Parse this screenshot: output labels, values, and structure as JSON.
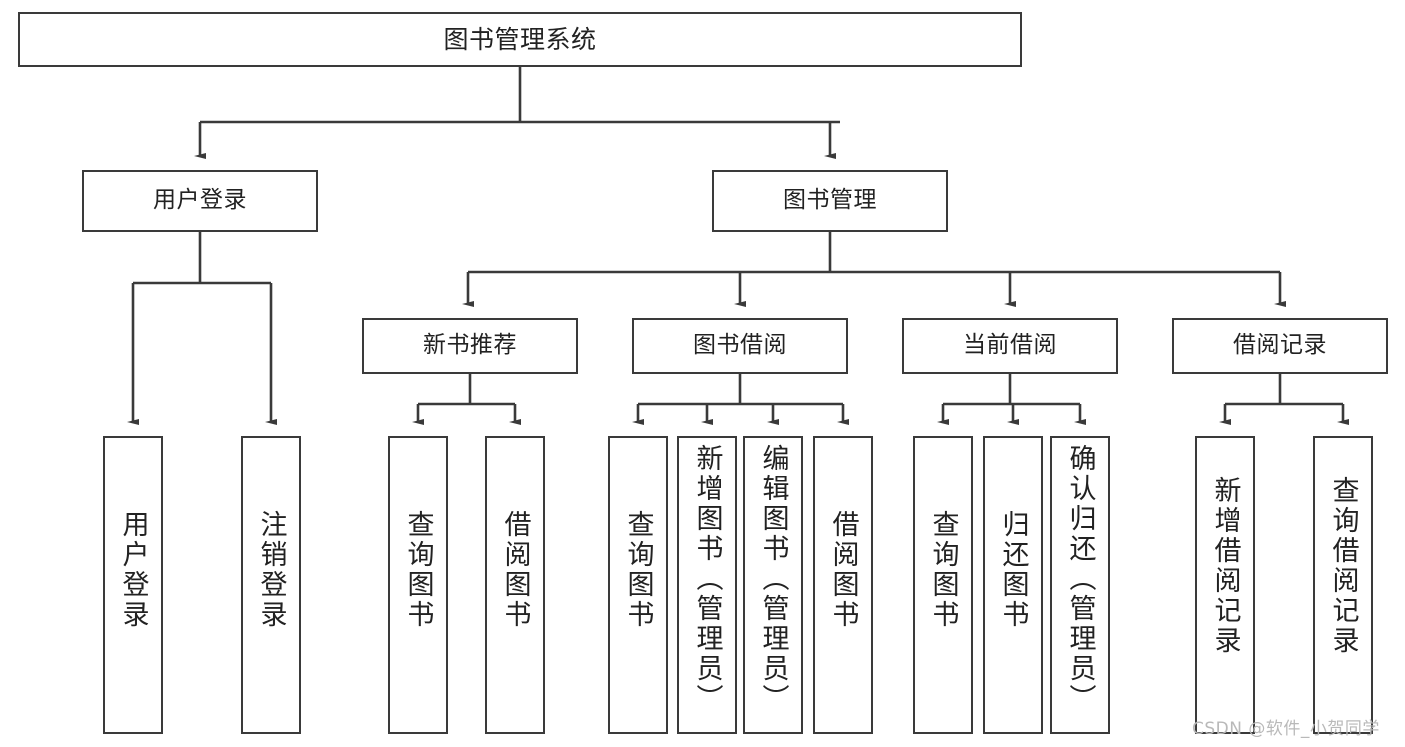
{
  "diagram": {
    "title": "图书管理系统",
    "type": "tree-hierarchy",
    "watermark": "CSDN @软件_小贺同学",
    "colors": {
      "stroke": "#3a3a3a",
      "fill": "#ffffff",
      "text": "#222222",
      "watermark": "#b9b9b9"
    },
    "root": {
      "label": "图书管理系统"
    },
    "level2": [
      {
        "label": "用户登录"
      },
      {
        "label": "图书管理"
      }
    ],
    "level3": [
      {
        "label": "新书推荐"
      },
      {
        "label": "图书借阅"
      },
      {
        "label": "当前借阅"
      },
      {
        "label": "借阅记录"
      }
    ],
    "leaves": {
      "user_login": [
        {
          "label": "用户登录"
        },
        {
          "label": "注销登录"
        }
      ],
      "new_books": [
        {
          "label": "查询图书"
        },
        {
          "label": "借阅图书"
        }
      ],
      "book_borrow": [
        {
          "label": "查询图书"
        },
        {
          "label": "新增图书（管理员）"
        },
        {
          "label": "编辑图书（管理员）"
        },
        {
          "label": "借阅图书"
        }
      ],
      "current_borrow": [
        {
          "label": "查询图书"
        },
        {
          "label": "归还图书"
        },
        {
          "label": "确认归还（管理员）"
        }
      ],
      "borrow_records": [
        {
          "label": "新增借阅记录"
        },
        {
          "label": "查询借阅记录"
        }
      ]
    }
  }
}
